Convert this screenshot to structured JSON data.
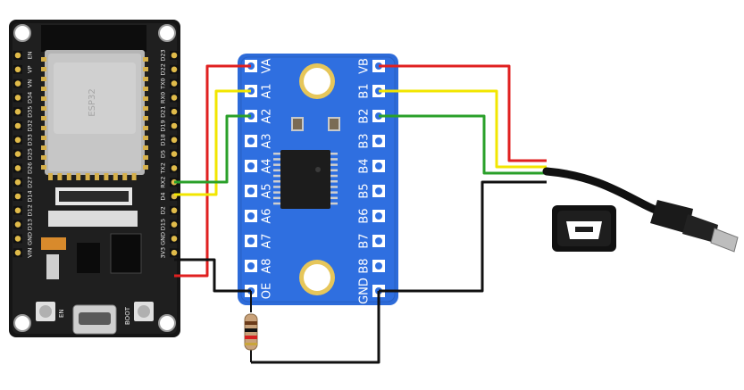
{
  "esp32": {
    "left_pins": [
      "EN",
      "VP",
      "VN",
      "D34",
      "D35",
      "D32",
      "D33",
      "D25",
      "D26",
      "D27",
      "D14",
      "D12",
      "D13",
      "GND",
      "VIN"
    ],
    "right_pins": [
      "D23",
      "D22",
      "TX0",
      "RX0",
      "D21",
      "D19",
      "D18",
      "D5",
      "TX2",
      "RX2",
      "D4",
      "D2",
      "D15",
      "GND",
      "3V3"
    ],
    "button_en": "EN",
    "button_boot": "BOOT"
  },
  "level_shifter": {
    "a_side": [
      "VA",
      "A1",
      "A2",
      "A3",
      "A4",
      "A5",
      "A6",
      "A7",
      "A8",
      "OE"
    ],
    "b_side": [
      "VB",
      "B1",
      "B2",
      "B3",
      "B4",
      "B5",
      "B6",
      "B7",
      "B8",
      "GND"
    ]
  },
  "wire_colors": {
    "red": "#e02020",
    "yellow": "#f2e600",
    "green": "#2aa02a",
    "black": "#111111"
  },
  "components": {
    "resistor": "resistor-icon",
    "usb_connector": "mini-usb-icon"
  }
}
